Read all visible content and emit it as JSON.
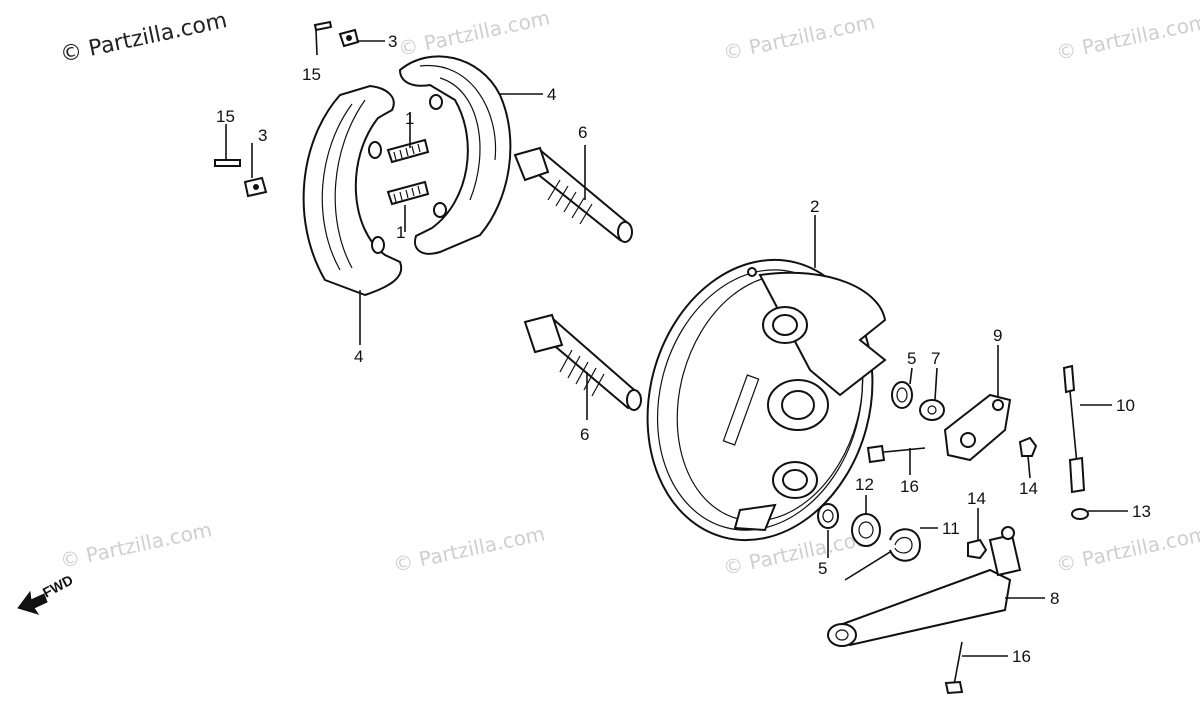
{
  "watermarks": {
    "main": "© Partzilla.com",
    "faint": "© Partzilla.com"
  },
  "fwd_label": "FWD",
  "callouts": {
    "c1a": "1",
    "c1b": "1",
    "c2": "2",
    "c3a": "3",
    "c3b": "3",
    "c4a": "4",
    "c4b": "4",
    "c5a": "5",
    "c5b": "5",
    "c6a": "6",
    "c6b": "6",
    "c7": "7",
    "c8": "8",
    "c9": "9",
    "c10": "10",
    "c11": "11",
    "c12": "12",
    "c13": "13",
    "c14a": "14",
    "c14b": "14",
    "c15a": "15",
    "c15b": "15",
    "c16a": "16",
    "c16b": "16"
  }
}
